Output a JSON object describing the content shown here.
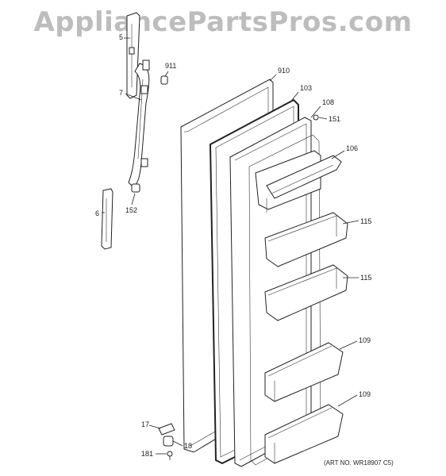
{
  "watermark": "AppliancePartsPros.com",
  "art_number": "(ART NO. WR18907 C5)",
  "callouts": {
    "c5": "5",
    "c7": "7",
    "c6": "6",
    "c911": "911",
    "c152": "152",
    "c910": "910",
    "c103": "103",
    "c108": "108",
    "c151": "151",
    "c106": "106",
    "c115a": "115",
    "c115b": "115",
    "c109a": "109",
    "c109b": "109",
    "c17": "17",
    "c18": "18",
    "c181": "181"
  }
}
